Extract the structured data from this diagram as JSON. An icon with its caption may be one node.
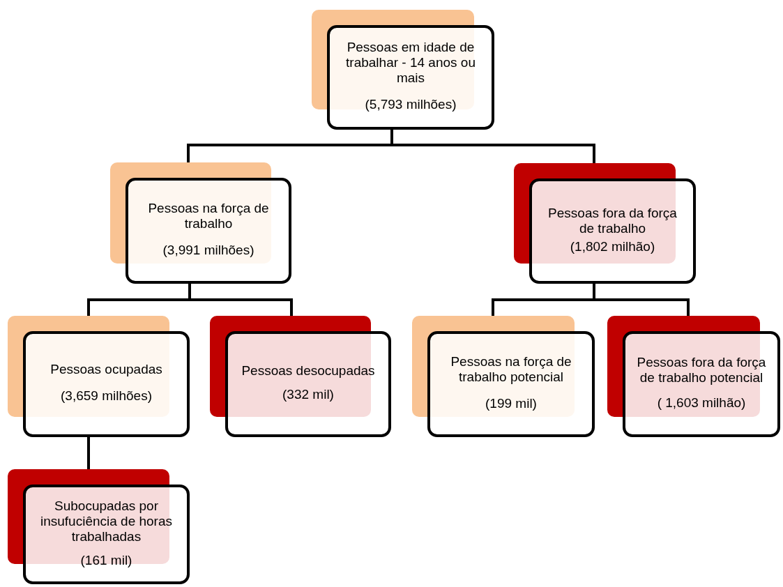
{
  "diagram": {
    "nodes": [
      {
        "text": [
          "Pessoas em idade de trabalhar - 14 anos ou mais",
          "(5,793 milhões)"
        ]
      },
      {
        "text": [
          "Pessoas na força de trabalho",
          "(3,991 milhões)"
        ]
      },
      {
        "text": [
          "Pessoas fora da força de trabalho",
          "(1,802 milhão)"
        ]
      },
      {
        "text": [
          "Pessoas ocupadas",
          "(3,659 milhões)"
        ]
      },
      {
        "text": [
          "Pessoas desocupadas",
          "(332 mil)"
        ]
      },
      {
        "text": [
          "Pessoas na força de trabalho potencial",
          "(199 mil)"
        ]
      },
      {
        "text": [
          "Pessoas fora da força de trabalho potencial",
          "( 1,603 milhão)"
        ]
      },
      {
        "text": [
          "Subocupadas por insufuciência de horas trabalhadas",
          "(161 mil)"
        ]
      }
    ],
    "edges": [
      {
        "from": 0,
        "to": 1,
        "arrow": "none"
      },
      {
        "from": 0,
        "to": 2,
        "arrow": "none"
      },
      {
        "from": 1,
        "to": 3,
        "arrow": "none"
      },
      {
        "from": 1,
        "to": 4,
        "arrow": "none"
      },
      {
        "from": 2,
        "to": 5,
        "arrow": "none"
      },
      {
        "from": 2,
        "to": 6,
        "arrow": "none"
      },
      {
        "from": 3,
        "to": 7,
        "arrow": "none"
      }
    ]
  }
}
